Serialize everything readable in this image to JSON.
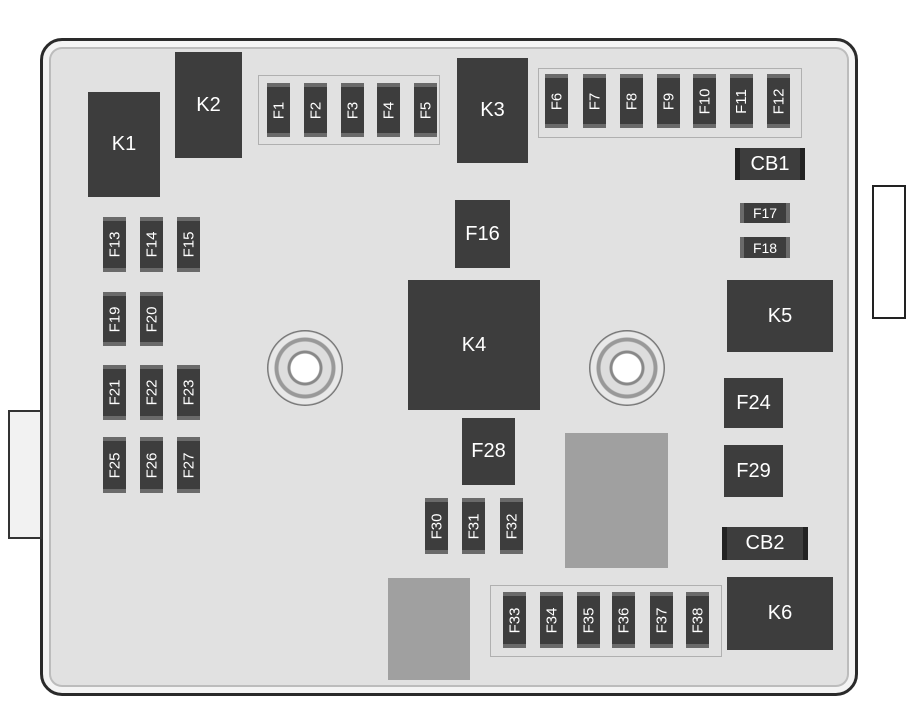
{
  "diagram": {
    "relays": [
      "K1",
      "K2",
      "K3",
      "K4",
      "K5",
      "K6"
    ],
    "fuses_vertical": [
      "F1",
      "F2",
      "F3",
      "F4",
      "F5",
      "F6",
      "F7",
      "F8",
      "F9",
      "F10",
      "F11",
      "F12",
      "F13",
      "F14",
      "F15",
      "F19",
      "F20",
      "F21",
      "F22",
      "F23",
      "F25",
      "F26",
      "F27",
      "F30",
      "F31",
      "F32",
      "F33",
      "F34",
      "F35",
      "F36",
      "F37",
      "F38"
    ],
    "fuses_horizontal": [
      "F17",
      "F18"
    ],
    "fuses_large": [
      "F16",
      "F24",
      "F28",
      "F29"
    ],
    "circuit_breakers": [
      "CB1",
      "CB2"
    ],
    "colors": {
      "component": "#3d3d3d",
      "housing": "#e1e1e1",
      "blank_block": "#a0a0a0"
    }
  }
}
